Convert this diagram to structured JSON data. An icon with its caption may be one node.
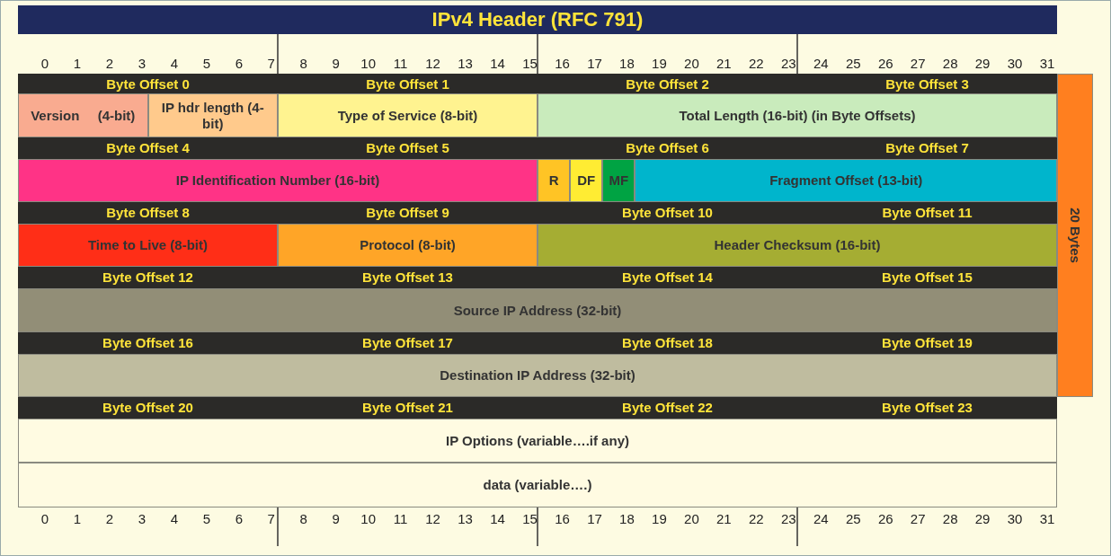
{
  "diagram": {
    "title": "IPv4 Header (RFC 791)",
    "nodes": [
      {
        "text": [
          "Version",
          "(4-bit)"
        ]
      },
      {
        "text": [
          "IP hdr length (4-bit)"
        ]
      },
      {
        "text": [
          "Type of Service (8-bit)"
        ]
      },
      {
        "text": [
          "Total Length (16-bit) (in Byte Offsets)"
        ]
      },
      {
        "text": [
          "IP Identification Number (16-bit)"
        ]
      },
      {
        "text": [
          "R"
        ]
      },
      {
        "text": [
          "DF"
        ]
      },
      {
        "text": [
          "MF"
        ]
      },
      {
        "text": [
          "Fragment Offset (13-bit)"
        ]
      },
      {
        "text": [
          "Time to Live (8-bit)"
        ]
      },
      {
        "text": [
          "Protocol (8-bit)"
        ]
      },
      {
        "text": [
          "Header Checksum (16-bit)"
        ]
      },
      {
        "text": [
          "Source IP Address (32-bit)"
        ]
      },
      {
        "text": [
          "Destination IP Address (32-bit)"
        ]
      },
      {
        "text": [
          "IP Options (variable….if any)"
        ]
      },
      {
        "text": [
          "data (variable….)"
        ]
      },
      {
        "text": [
          "20 Bytes"
        ]
      }
    ],
    "labels": [
      "0",
      "1",
      "2",
      "3",
      "4",
      "5",
      "6",
      "7",
      "8",
      "9",
      "10",
      "11",
      "12",
      "13",
      "14",
      "15",
      "16",
      "17",
      "18",
      "19",
      "20",
      "21",
      "22",
      "23",
      "24",
      "25",
      "26",
      "27",
      "28",
      "29",
      "30",
      "31",
      "Byte Offset 0",
      "Byte Offset 1",
      "Byte Offset 2",
      "Byte Offset 3",
      "Byte Offset 4",
      "Byte Offset 5",
      "Byte Offset 6",
      "Byte Offset 7",
      "Byte Offset 8",
      "Byte Offset 9",
      "Byte Offset 10",
      "Byte Offset 11",
      "Byte Offset 12",
      "Byte Offset 13",
      "Byte Offset 14",
      "Byte Offset 15",
      "Byte Offset 16",
      "Byte Offset 17",
      "Byte Offset 18",
      "Byte Offset 19",
      "Byte Offset 20",
      "Byte Offset 21",
      "Byte Offset 22",
      "Byte Offset 23",
      "0",
      "1",
      "2",
      "3",
      "4",
      "5",
      "6",
      "7",
      "8",
      "9",
      "10",
      "11",
      "12",
      "13",
      "14",
      "15",
      "16",
      "17",
      "18",
      "19",
      "20",
      "21",
      "22",
      "23",
      "24",
      "25",
      "26",
      "27",
      "28",
      "29",
      "30",
      "31"
    ]
  }
}
